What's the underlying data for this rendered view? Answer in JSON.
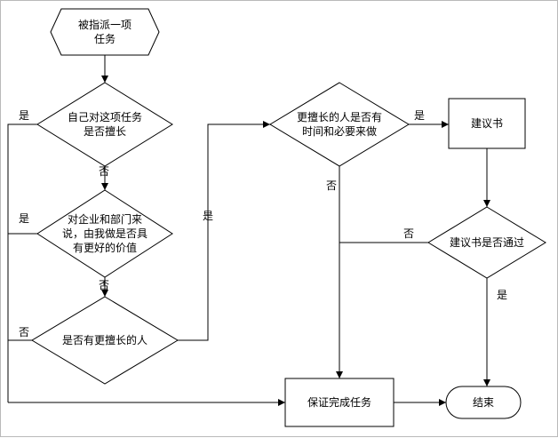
{
  "diagram": {
    "nodes": {
      "start": {
        "lines": [
          "被指派一项",
          "任务"
        ]
      },
      "self_good": {
        "lines": [
          "自己对这项任务",
          "是否擅长"
        ]
      },
      "more_value": {
        "lines": [
          "对企业和部门来",
          "说，由我做是否具",
          "有更好的价值"
        ]
      },
      "better_person": {
        "lines": [
          "是否有更擅长的人"
        ]
      },
      "time_needed": {
        "lines": [
          "更擅长的人是否有",
          "时间和必要来做"
        ]
      },
      "proposal": {
        "lines": [
          "建议书"
        ]
      },
      "proposal_passed": {
        "lines": [
          "建议书是否通过"
        ]
      },
      "ensure_complete": {
        "lines": [
          "保证完成任务"
        ]
      },
      "end": {
        "lines": [
          "结束"
        ]
      }
    },
    "edge_labels": {
      "self_good_yes": "是",
      "self_good_no": "否",
      "more_value_yes": "是",
      "more_value_no": "否",
      "better_person_no": "否",
      "better_person_yes": "是",
      "time_needed_yes": "是",
      "time_needed_no": "否",
      "proposal_no": "否",
      "proposal_yes": "是"
    }
  }
}
